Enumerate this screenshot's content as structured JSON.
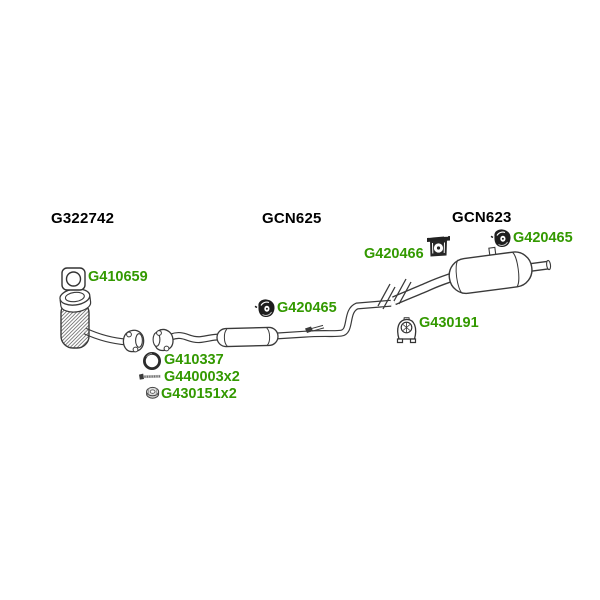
{
  "page": {
    "background": "#ffffff"
  },
  "colors": {
    "page_bg": "#ffffff",
    "assembly_label": "#000000",
    "part_label": "#339900",
    "drawing_line": "#3a3a3a"
  },
  "assemblies": [
    {
      "code": "G322742"
    },
    {
      "code": "GCN625"
    },
    {
      "code": "GCN623"
    }
  ],
  "parts": [
    {
      "code": "G410659",
      "icon": "flange-gasket-icon"
    },
    {
      "code": "G420465",
      "icon": "rubber-mount-icon"
    },
    {
      "code": "G420466",
      "icon": "hanger-bracket-icon"
    },
    {
      "code": "G420465",
      "icon": "rubber-mount-icon"
    },
    {
      "code": "G430191",
      "icon": "exhaust-mount-icon"
    },
    {
      "code": "G410337",
      "icon": "ring-gasket-icon"
    },
    {
      "code": "G440003x2",
      "icon": "bolt-icon"
    },
    {
      "code": "G430151x2",
      "icon": "nut-icon"
    }
  ]
}
